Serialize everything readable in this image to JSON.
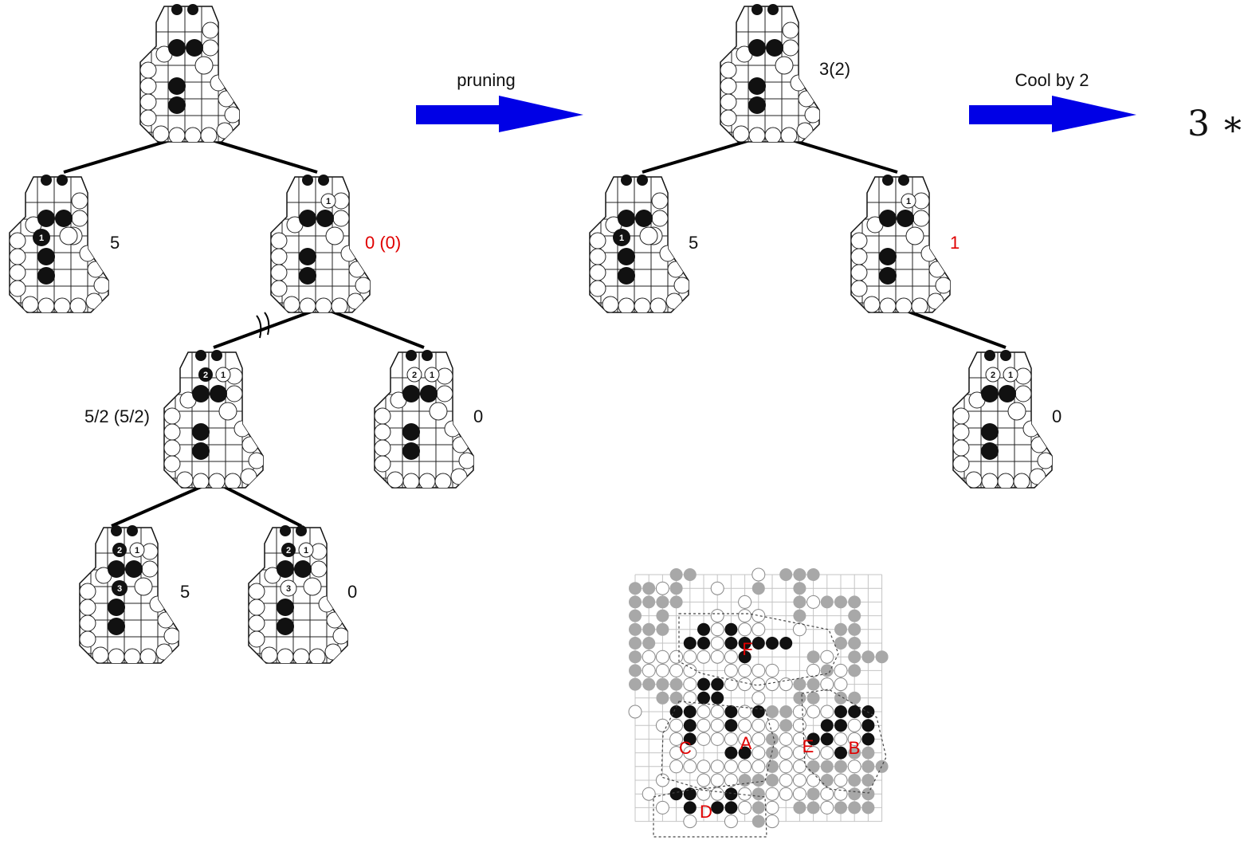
{
  "arrows": {
    "pruning": "pruning",
    "cool": "Cool by 2"
  },
  "result": "3 ∗",
  "left_tree": {
    "root": {
      "label": ""
    },
    "child_left": {
      "label": "5"
    },
    "child_right": {
      "label": "0 (0)"
    },
    "grand_left": {
      "label": "5/2 (5/2)"
    },
    "grand_right": {
      "label": "0"
    },
    "leaf_left": {
      "label": "5"
    },
    "leaf_right": {
      "label": "0"
    }
  },
  "right_tree": {
    "root": {
      "label": "3(2)"
    },
    "child_left": {
      "label": "5"
    },
    "child_right": {
      "label": "1"
    },
    "grand": {
      "label": "0"
    }
  },
  "regions": [
    "A",
    "B",
    "C",
    "D",
    "E",
    "F"
  ],
  "colors": {
    "arrow": "#0000e6",
    "highlight": "#e00000",
    "edge": "#000000",
    "grid": "#bbbbbb",
    "gray_stone": "#a8a8a8"
  }
}
